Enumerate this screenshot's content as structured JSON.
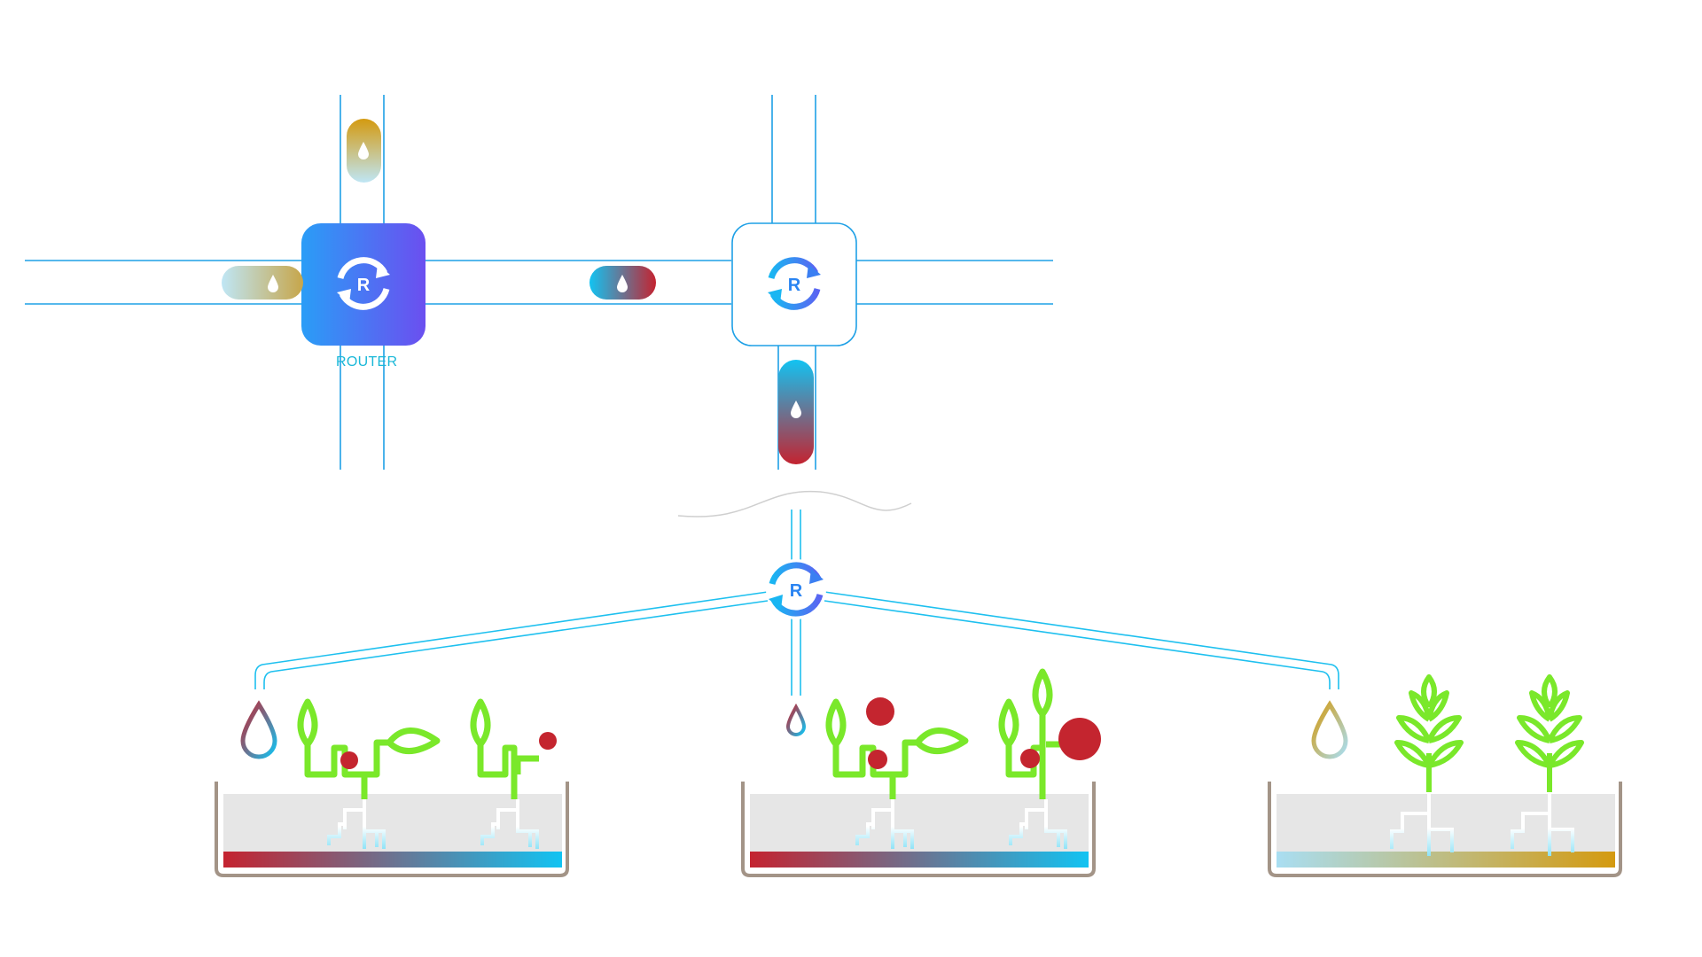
{
  "labels": {
    "main_router": "ROUTER",
    "router_letter": "R"
  },
  "colors": {
    "pipe": "#1ea0e6",
    "pipe_light": "#3cc6ee",
    "router_grad_start": "#2a9df7",
    "router_grad_end": "#6b4ff0",
    "plant_green": "#7ae82a",
    "berry_red": "#c4252f",
    "water_cyan": "#12c3f2",
    "water_red": "#c42330",
    "water_gold": "#d49a10",
    "water_pale": "#a9def2",
    "soil_gray": "#e6e6e6",
    "pot_brown": "#a39487"
  },
  "icons": {
    "router": "router-sync-icon",
    "droplet": "water-droplet-icon",
    "sprout": "sprout-plant-icon",
    "wheat": "wheat-plant-icon",
    "berry": "berry-dot-icon"
  },
  "beds": [
    {
      "name": "red-to-cyan-bed",
      "water": [
        "#c42330",
        "#12c3f2"
      ]
    },
    {
      "name": "red-to-cyan-bed",
      "water": [
        "#c42330",
        "#12c3f2"
      ]
    },
    {
      "name": "pale-to-gold-bed",
      "water": [
        "#a9def2",
        "#d49a10"
      ]
    }
  ]
}
